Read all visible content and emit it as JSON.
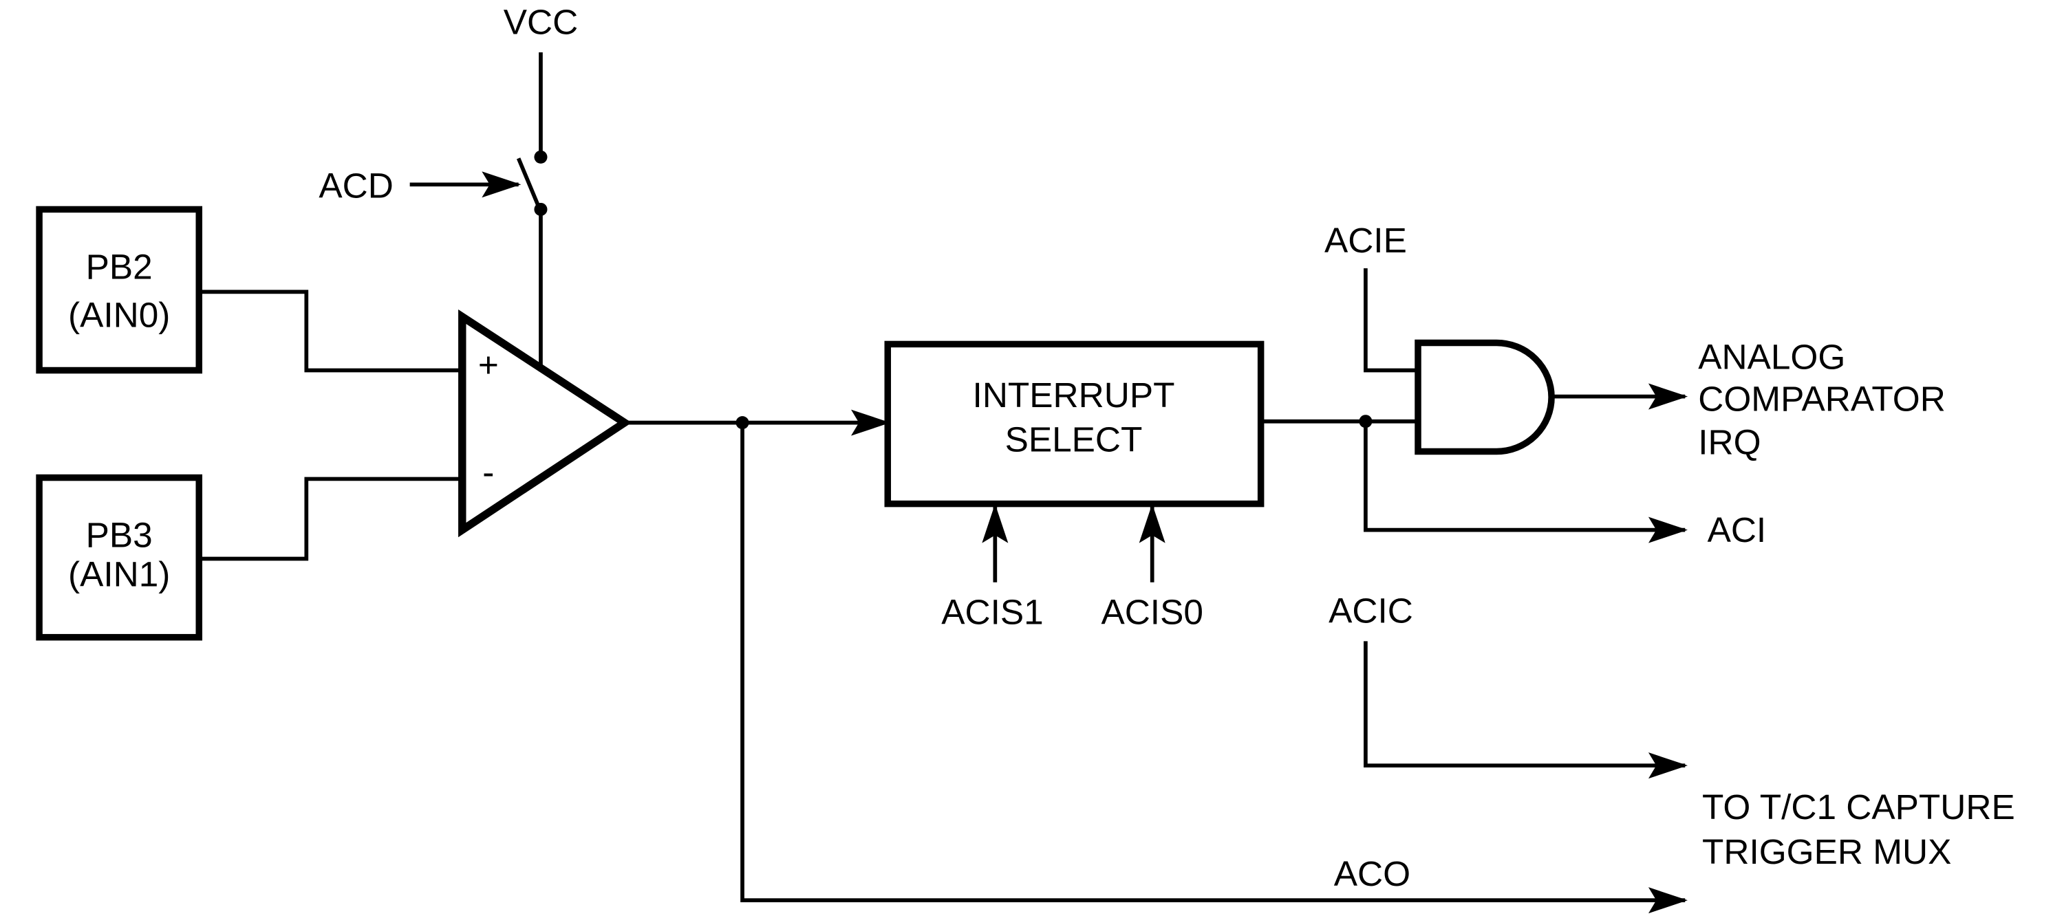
{
  "inputs": {
    "pb2": {
      "line1": "PB2",
      "line2": "(AIN0)"
    },
    "pb3": {
      "line1": "PB3",
      "line2": "(AIN1)"
    }
  },
  "comparator": {
    "plus": "+",
    "minus": "-"
  },
  "power": {
    "vcc": "VCC",
    "acd": "ACD"
  },
  "interrupt_select": {
    "line1": "INTERRUPT",
    "line2": "SELECT",
    "acis1": "ACIS1",
    "acis0": "ACIS0"
  },
  "gate": {
    "acie": "ACIE"
  },
  "outputs": {
    "irq": {
      "line1": "ANALOG",
      "line2": "COMPARATOR",
      "line3": "IRQ"
    },
    "aci": "ACI",
    "acic": "ACIC",
    "capture": {
      "line1": "TO T/C1 CAPTURE",
      "line2": "TRIGGER MUX"
    },
    "aco": "ACO"
  }
}
